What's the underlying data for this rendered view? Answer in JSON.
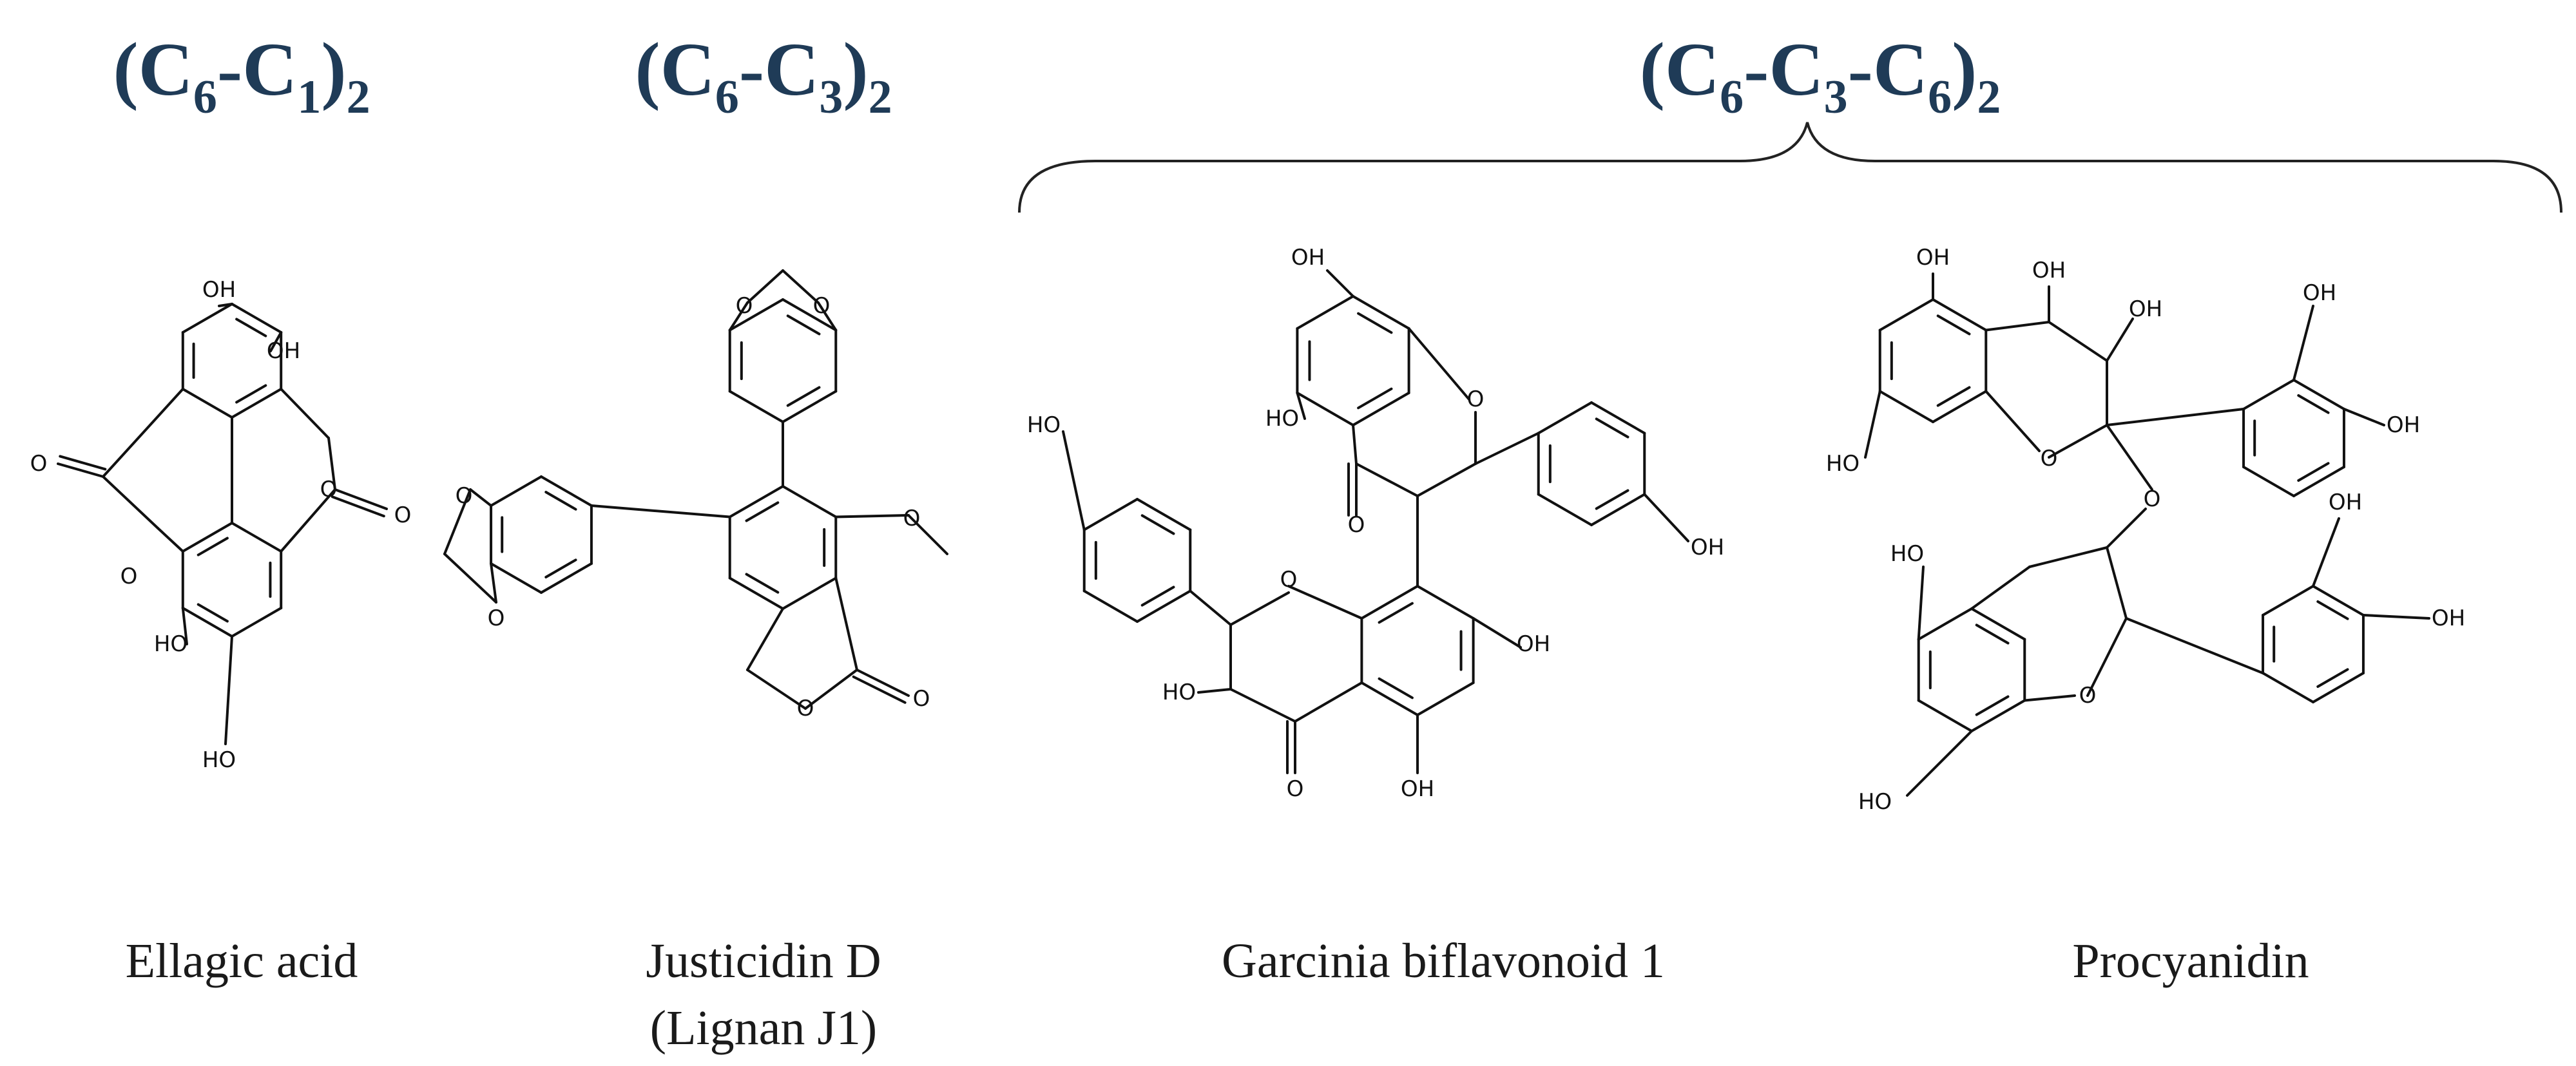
{
  "groups": [
    {
      "base": "C",
      "a": "6",
      "mid": "C",
      "b": "1",
      "tail": "",
      "c": "",
      "sub": "2"
    },
    {
      "base": "C",
      "a": "6",
      "mid": "C",
      "b": "3",
      "tail": "",
      "c": "",
      "sub": "2"
    },
    {
      "base": "C",
      "a": "6",
      "mid": "C",
      "b": "3",
      "tail": "C",
      "c": "6",
      "sub": "2"
    }
  ],
  "compounds": [
    {
      "line1": "Ellagic acid",
      "line2": ""
    },
    {
      "line1": "Justicidin D",
      "line2": "(Lignan J1)"
    },
    {
      "line1": "Garcinia biflavonoid 1",
      "line2": ""
    },
    {
      "line1": "Procyanidin",
      "line2": ""
    }
  ],
  "atoms": {
    "hydroxyl": "OH",
    "hydroxyl_left": "HO",
    "oxygen": "O"
  },
  "colors": {
    "group_label": "#1f3b57",
    "bond": "#111111"
  }
}
